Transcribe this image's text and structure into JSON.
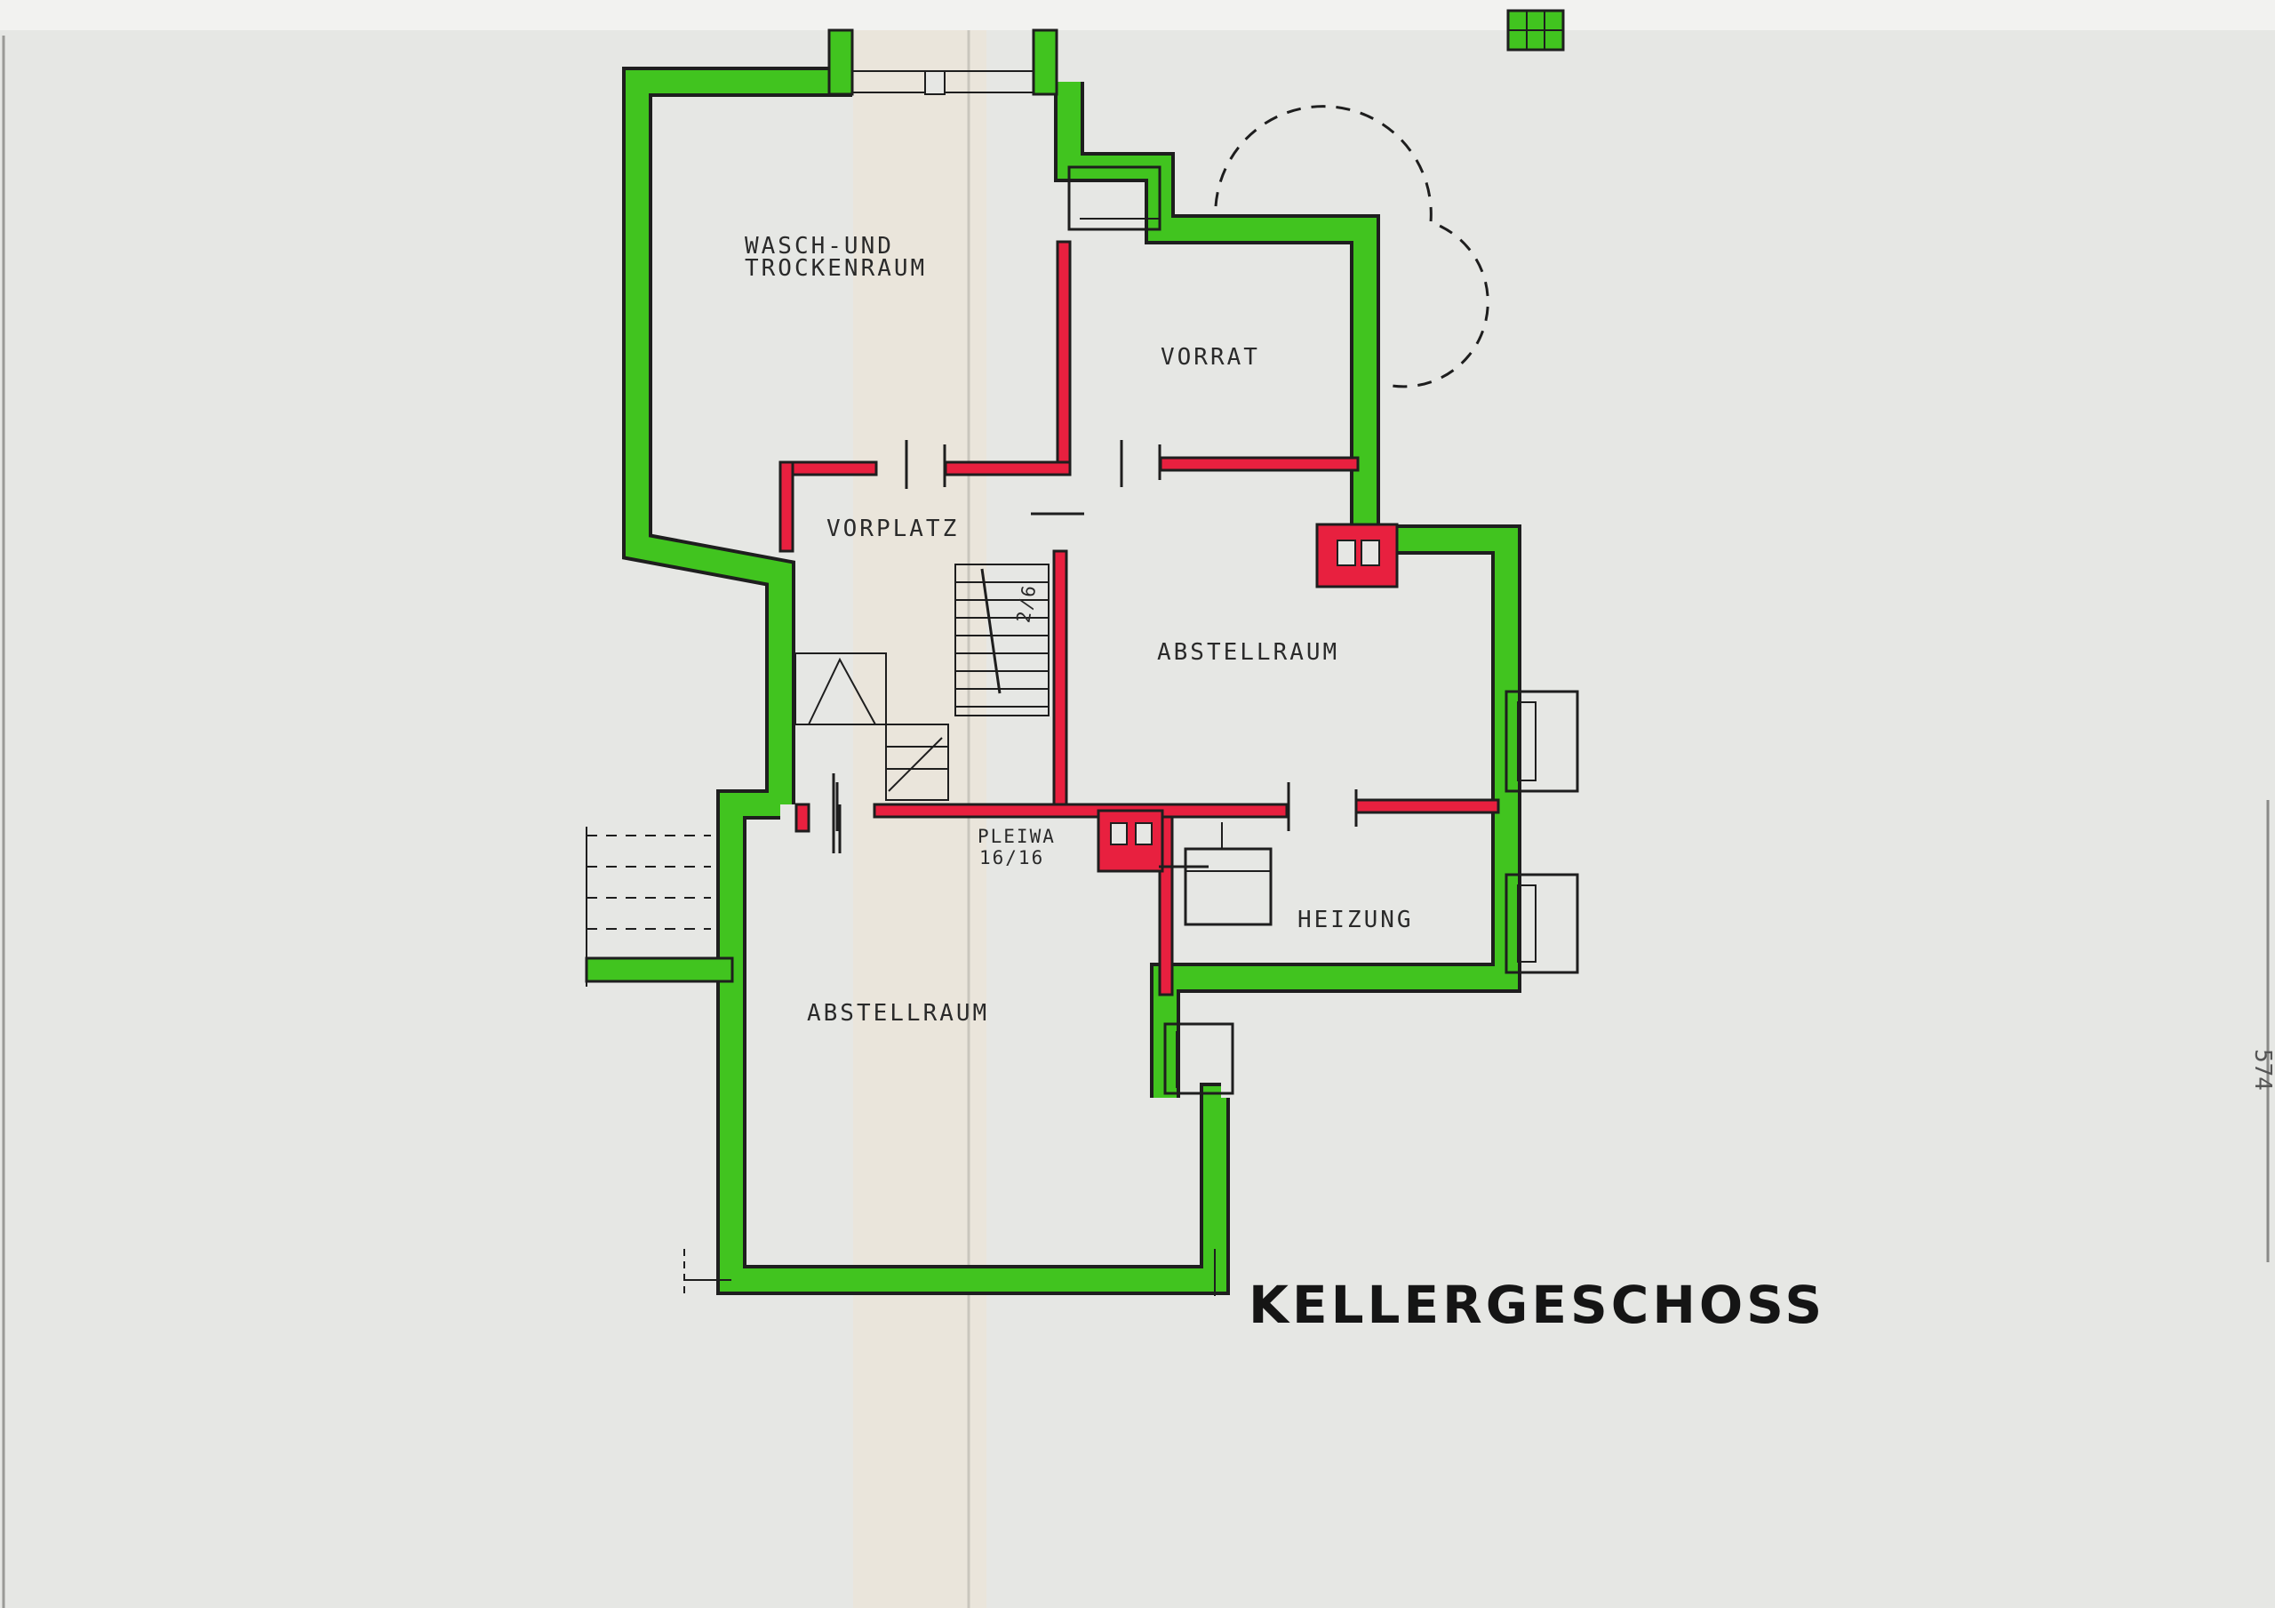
{
  "plan": {
    "title": "KELLERGESCHOSS",
    "colors": {
      "paper": "#e6e7e4",
      "outer_wall": "#41c41f",
      "inner_wall": "#e8203f",
      "ink": "#1e1e1e"
    },
    "rooms": {
      "wasch_line1": "WASCH-UND",
      "wasch_line2": "TROCKENRAUM",
      "vorrat": "VORRAT",
      "vorplatz": "VORPLATZ",
      "abstellraum_upper": "ABSTELLRAUM",
      "abstellraum_lower": "ABSTELLRAUM",
      "heizung": "HEIZUNG"
    },
    "annotations": {
      "pleiwa_line1": "PLEIWA",
      "pleiwa_line2": "16/16",
      "stair_note": "2/6",
      "side_number": "574"
    }
  }
}
